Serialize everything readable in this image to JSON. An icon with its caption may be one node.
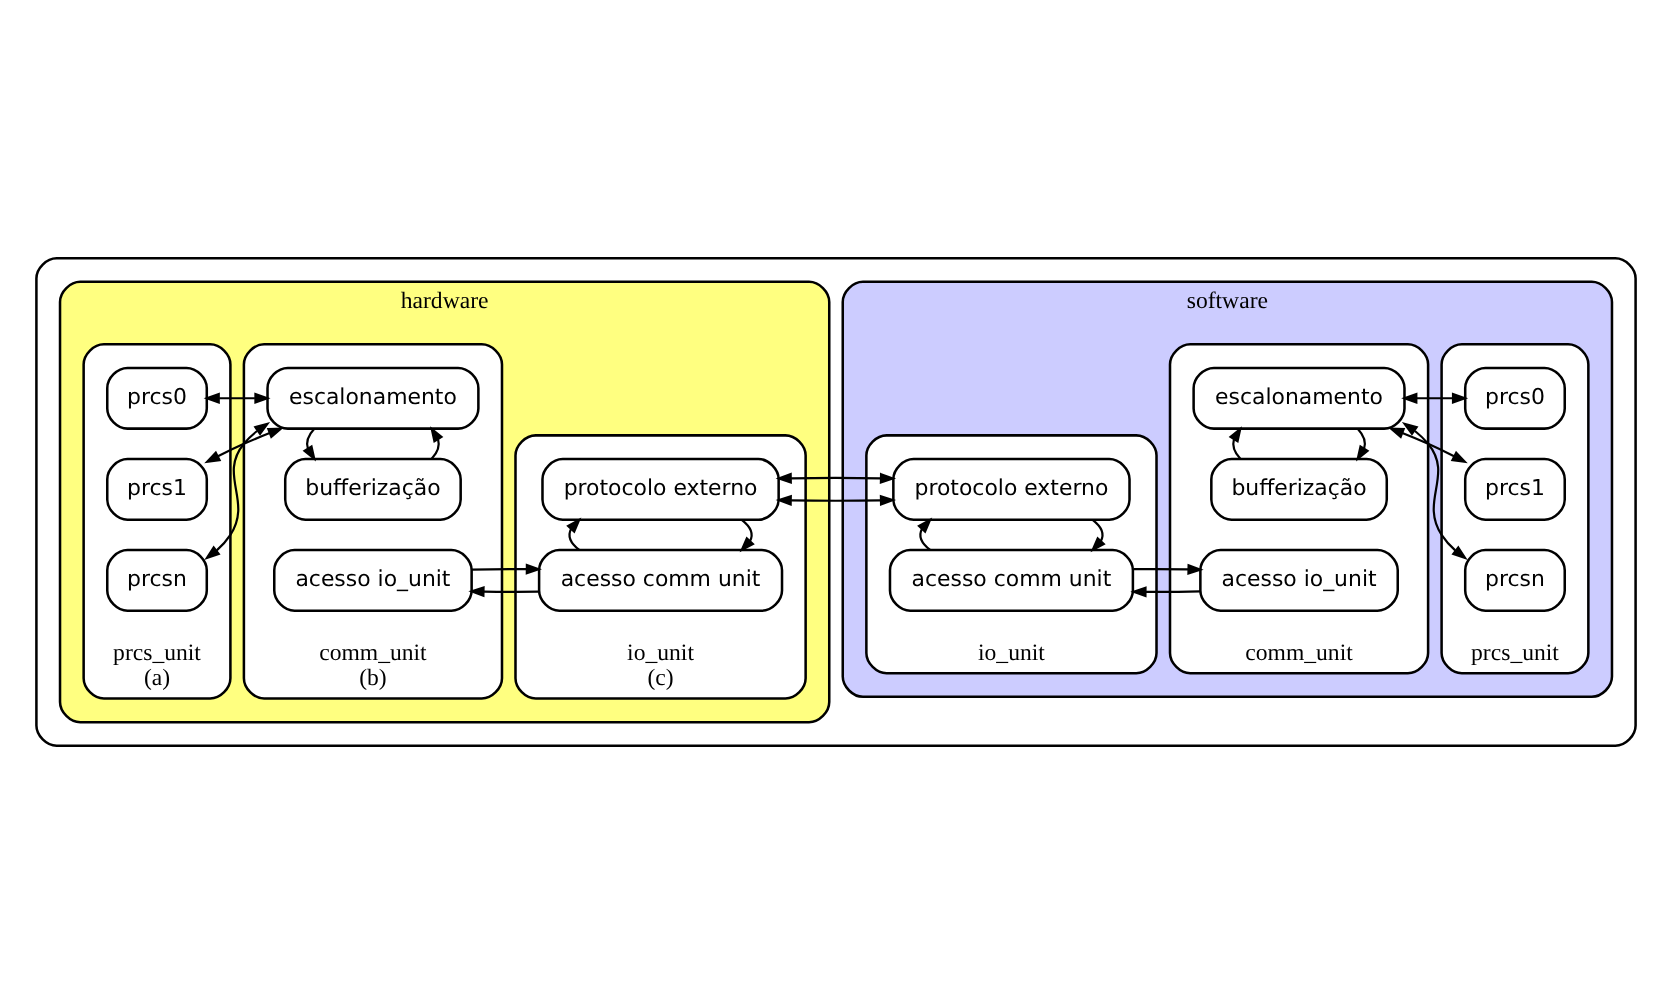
{
  "diagram": {
    "nodes": [
      {
        "text": [],
        "shape": "box"
      },
      {
        "text": [
          "hardware"
        ],
        "in": 0
      },
      {
        "text": [
          "prcs_unit",
          "(a)"
        ],
        "in": 1
      },
      {
        "text": [
          "prcs0"
        ],
        "in": 2
      },
      {
        "text": [
          "prcs1"
        ],
        "in": 2
      },
      {
        "text": [
          "prcsn"
        ],
        "in": 2
      },
      {
        "text": [
          "comm_unit",
          "(b)"
        ],
        "in": 1
      },
      {
        "text": [
          "escalonamento"
        ],
        "in": 6
      },
      {
        "text": [
          "bufferização"
        ],
        "in": 6
      },
      {
        "text": [
          "acesso io_unit"
        ],
        "in": 6
      },
      {
        "text": [
          "io_unit",
          "(c)"
        ],
        "in": 1
      },
      {
        "text": [
          "protocolo externo"
        ],
        "in": 10
      },
      {
        "text": [
          "acesso comm unit"
        ],
        "in": 10
      },
      {
        "text": [
          "software"
        ],
        "in": 0
      },
      {
        "text": [
          "io_unit"
        ],
        "in": 13
      },
      {
        "text": [
          "protocolo externo"
        ],
        "in": 14
      },
      {
        "text": [
          "acesso comm unit"
        ],
        "in": 14
      },
      {
        "text": [
          "comm_unit"
        ],
        "in": 13
      },
      {
        "text": [
          "escalonamento"
        ],
        "in": 17
      },
      {
        "text": [
          "bufferização"
        ],
        "in": 17
      },
      {
        "text": [
          "acesso io_unit"
        ],
        "in": 17
      },
      {
        "text": [
          "prcs_unit"
        ],
        "in": 13
      },
      {
        "text": [
          "prcs0"
        ],
        "in": 21
      },
      {
        "text": [
          "prcs1"
        ],
        "in": 21
      },
      {
        "text": [
          "prcsn"
        ],
        "in": 21
      }
    ],
    "edges": [
      {
        "from": 3,
        "to": 7,
        "arrow": "both"
      },
      {
        "from": 4,
        "to": 7,
        "arrow": "both"
      },
      {
        "from": 5,
        "to": 7,
        "arrow": "both"
      },
      {
        "from": 8,
        "to": 7,
        "arrow": "to"
      },
      {
        "from": 7,
        "to": 8,
        "arrow": "to"
      },
      {
        "from": 9,
        "to": 12,
        "arrow": "to"
      },
      {
        "from": 12,
        "to": 9,
        "arrow": "to"
      },
      {
        "from": 11,
        "to": 12,
        "arrow": "to"
      },
      {
        "from": 12,
        "to": 11,
        "arrow": "to"
      },
      {
        "from": 11,
        "to": 15,
        "arrow": "both"
      },
      {
        "from": 11,
        "to": 15,
        "arrow": "both"
      },
      {
        "from": 15,
        "to": 16,
        "arrow": "to"
      },
      {
        "from": 16,
        "to": 15,
        "arrow": "to"
      },
      {
        "from": 16,
        "to": 20,
        "arrow": "to"
      },
      {
        "from": 20,
        "to": 16,
        "arrow": "to"
      },
      {
        "from": 18,
        "to": 19,
        "arrow": "to"
      },
      {
        "from": 19,
        "to": 18,
        "arrow": "to"
      },
      {
        "from": 18,
        "to": 22,
        "arrow": "both"
      },
      {
        "from": 18,
        "to": 23,
        "arrow": "both"
      },
      {
        "from": 18,
        "to": 24,
        "arrow": "both"
      }
    ]
  }
}
